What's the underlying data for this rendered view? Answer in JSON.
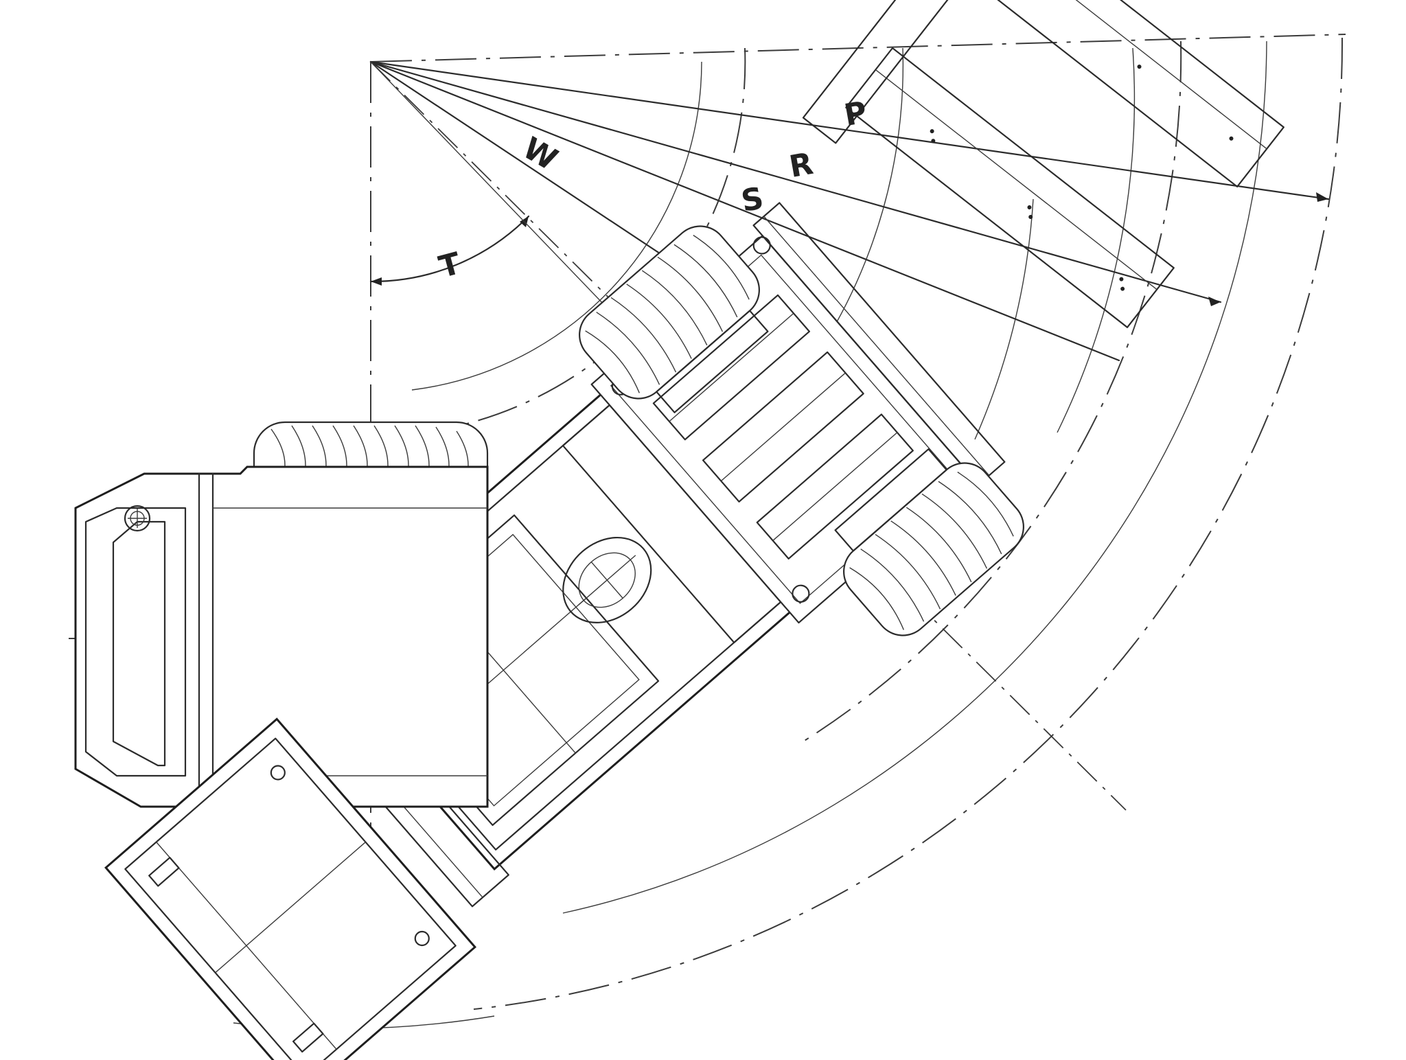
{
  "diagram": {
    "labels": {
      "P": "P",
      "R": "R",
      "S": "S",
      "W": "W",
      "T": "T"
    },
    "line_color": "#2b2b2b",
    "background": "#ffffff"
  }
}
